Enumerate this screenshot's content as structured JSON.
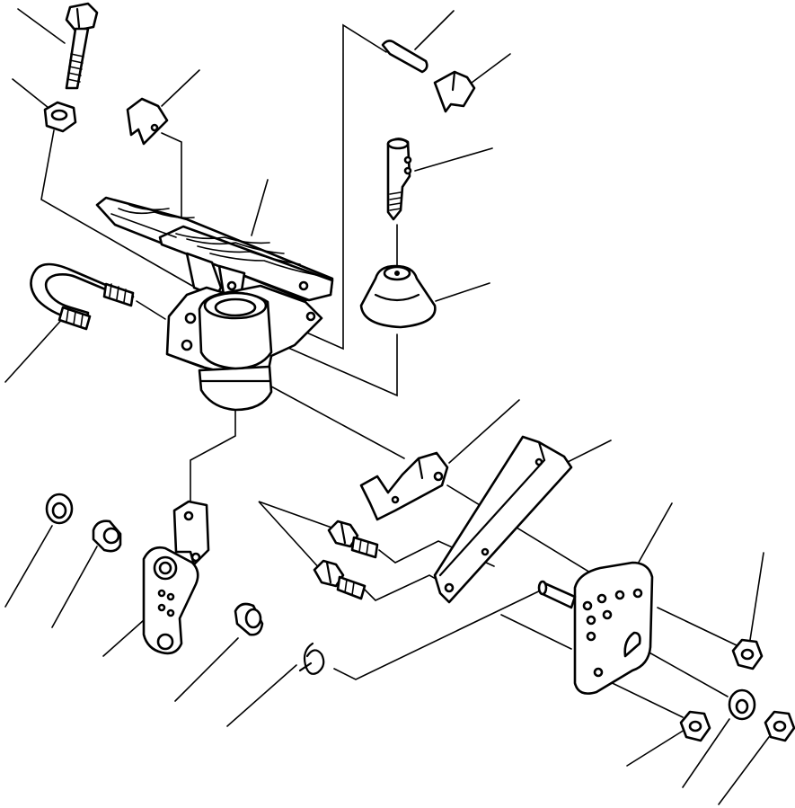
{
  "diagram": {
    "kind": "exploded-parts-drawing",
    "colors": {
      "line": "#000000",
      "background": "#ffffff"
    },
    "parts": [
      "bolt-top",
      "nut-top-left",
      "clip-left",
      "pin-top",
      "clip-right",
      "rod-end",
      "pedal",
      "u-bolt",
      "pedal-base",
      "rubber-boot",
      "bracket",
      "lever-arm",
      "plate",
      "bolts-pair",
      "collar",
      "retainer-clip",
      "bushing",
      "nut-lower",
      "nut-right",
      "washer",
      "nut-bottom",
      "snap-ring"
    ]
  }
}
